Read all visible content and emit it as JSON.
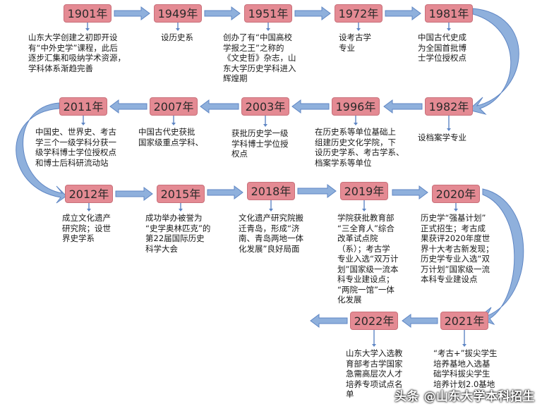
{
  "timeline": [
    {
      "year": "1901年",
      "text": "山东大学创建之初即开设\n有“中外史学”课程，此后\n逐步汇集和吸纳学术资源，\n学科体系渐趋完善"
    },
    {
      "year": "1949年",
      "text": "设历史系"
    },
    {
      "year": "1951年",
      "text": "创办了有“中国高校\n学报之王”之称的\n《文史哲》杂志，山\n东大学历史学科进入\n辉煌期"
    },
    {
      "year": "1972年",
      "text": "设考古学\n专业"
    },
    {
      "year": "1981年",
      "text": "中国古代史成\n为全国首批博\n士学位授权点"
    },
    {
      "year": "1982年",
      "text": "设档案学专业"
    },
    {
      "year": "1996年",
      "text": "在历史系等单位基础上\n组建历史文化学院，下\n设历史学系、考古学系、\n档案学系等单位"
    },
    {
      "year": "2003年",
      "text": "获批历史学一级\n学科博士学位授\n权点"
    },
    {
      "year": "2007年",
      "text": "中国古代史获批\n国家级重点学科、"
    },
    {
      "year": "2011年",
      "text": "中国史、世界史、考古\n学三个一级学科分获一\n级学科博士学位授权点\n和博士后科研流动站"
    },
    {
      "year": "2012年",
      "text": "成立文化遗产\n研究院；设世\n界史学系"
    },
    {
      "year": "2015年",
      "text": "成功举办被誉为\n“史学奥林匹克”的\n第22届国际历史\n科学大会"
    },
    {
      "year": "2018年",
      "text": "文化遗产研究院搬\n迁青岛，形成“济\n南、青岛两地一体\n化发展”良好局面"
    },
    {
      "year": "2019年",
      "text": "学院获批教育部\n“三全育人”综合\n改革试点院\n（系）；考古学\n专业入选“双万计\n划”国家级一流本\n科专业建设点；\n“两院一馆”一体\n化发展"
    },
    {
      "year": "2020年",
      "text": "历史学“强基计划”\n正式招生；考古成\n果获评2020年度世\n界十大考古新发现；\n历史学专业入选“双\n万计划”国家级一流\n本科专业建设点"
    },
    {
      "year": "2021年",
      "text": "“考古+”拔尖学生\n培养基地入选基\n础学科拔尖学生\n培养计划2.0基地"
    },
    {
      "year": "2022年",
      "text": "山东大学入选教\n育部考古学国家\n急需高层次人才\n培养专项试点名\n单"
    }
  ],
  "watermark": "头条 @山东大学本科招生",
  "colors": {
    "year_box": "#e48a93",
    "arrow": "#8fb0dc",
    "arrow_stroke": "#5f86c4"
  }
}
